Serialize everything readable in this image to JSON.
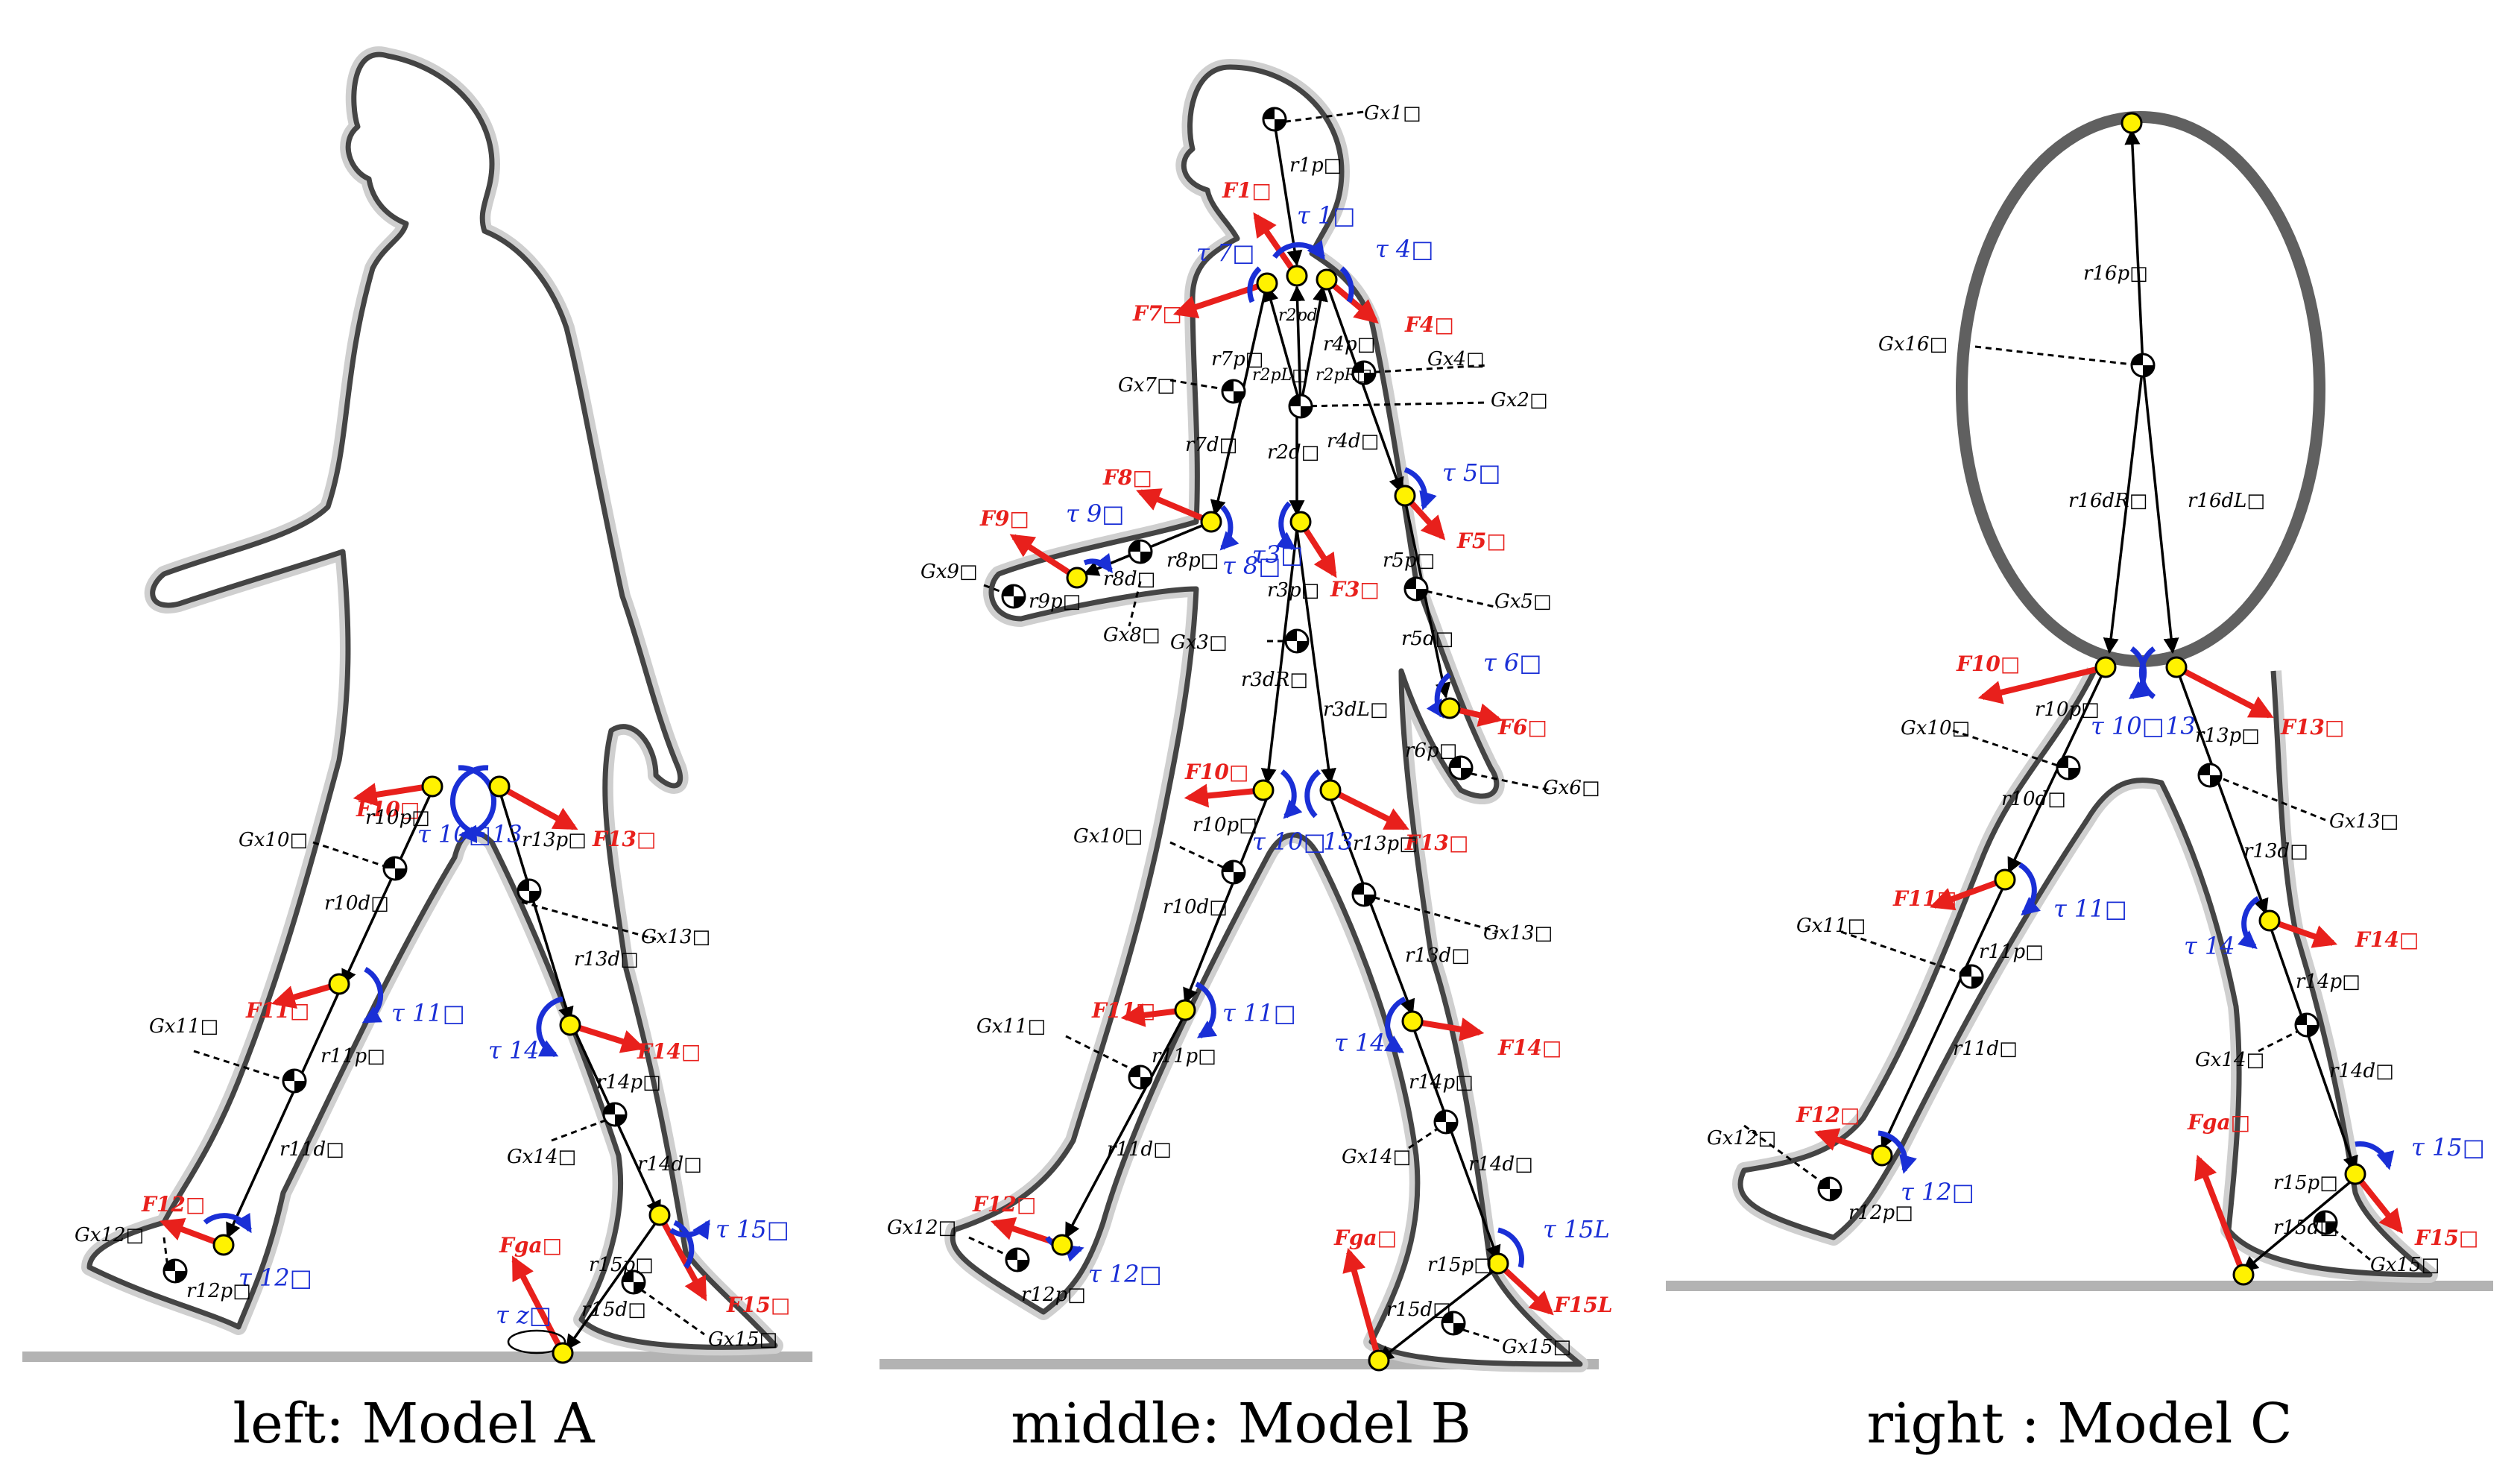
{
  "captions": {
    "left": "left: Model A",
    "middle": "middle: Model B",
    "right": "right : Model C"
  },
  "colors": {
    "force": "#e8201c",
    "torque": "#1a2fd6",
    "joint": "#fff200",
    "silhouette_outline": "#444444",
    "ground": "#b3b3b3",
    "ellipse": "#606060"
  },
  "model_a": {
    "F10": "F10□",
    "F13": "F13□",
    "F11": "F11□",
    "F14": "F14□",
    "F12": "F12□",
    "F15": "F15□",
    "Fga": "Fga□",
    "tau10": "τ 10□",
    "tau13": "13",
    "tau11": "τ 11□",
    "tau14": "τ 14",
    "tau12": "τ 12□",
    "tau15": "τ 15□",
    "tauz": "τ z□",
    "r10p": "r10p□",
    "r13p": "r13p□",
    "r10d": "r10d□",
    "r13d": "r13d□",
    "r11p": "r11p□",
    "r14p": "r14p□",
    "r11d": "r11d□",
    "r14d": "r14d□",
    "r12p": "r12p□",
    "r15p": "r15p□",
    "r15d": "r15d□",
    "x10": "Gx10□",
    "x13": "Gx13□",
    "x11": "Gx11□",
    "x14": "Gx14□",
    "x12": "Gx12□",
    "x15": "Gx15□"
  },
  "model_b": {
    "x1": "Gx1□",
    "r1p": "r1p□",
    "F1": "F1□",
    "tau1": "τ 1□",
    "tau7": "τ 7□",
    "tau4": "τ 4□",
    "F7": "F7□",
    "F4": "F4□",
    "r2pd": "r2pd",
    "r7p": "r7p□",
    "r4p": "r4p□",
    "r2pL": "r2pL□",
    "r2pR": "r2pR□",
    "x7": "Gx7□",
    "x4": "Gx4□",
    "x2": "Gx2□",
    "r7d": "r7d□",
    "r2d": "r2d□",
    "r4d": "r4d□",
    "F8": "F8□",
    "tau5": "τ 5□",
    "F9": "F9□",
    "tau9": "τ 9□",
    "tau8": "τ 8□",
    "tau3": "τ3□",
    "F5": "F5□",
    "x9": "Gx9□",
    "r9p": "r9p□",
    "r8d": "r8d□",
    "r8p": "r8p□",
    "r3p": "r3p□",
    "F3": "F3□",
    "r5p": "r5p□",
    "x5": "Gx5□",
    "x8": "Gx8□",
    "x3": "Gx3□",
    "r5d": "r5d□",
    "r3dR": "r3dR□",
    "r3dL": "r3dL□",
    "tau6": "τ 6□",
    "F6": "F6□",
    "r6p": "r6p□",
    "x6": "Gx6□",
    "F10": "F10□",
    "F13": "F13□",
    "tau10": "τ 10□",
    "tau13": "13",
    "r10p": "r10p□",
    "r13p": "r13p□",
    "x10": "Gx10□",
    "r10d": "r10d□",
    "x13": "Gx13□",
    "r13d": "r13d□",
    "F11": "F11□",
    "tau11": "τ 11□",
    "F14": "F14□",
    "tau14": "τ 14",
    "x11": "Gx11□",
    "r11p": "r11p□",
    "r14p": "r14p□",
    "r11d": "r11d□",
    "x14": "Gx14□",
    "r14d": "r14d□",
    "F12": "F12□",
    "x12": "Gx12□",
    "tau12": "τ 12□",
    "r12p": "r12p□",
    "Fga": "Fga□",
    "r15p": "r15p□",
    "tau15": "τ 15L",
    "r15d": "r15d□",
    "F15": "F15L",
    "x15": "Gx15□"
  },
  "model_c": {
    "r16p": "r16p□",
    "x16": "Gx16□",
    "r16dR": "r16dR□",
    "r16dL": "r16dL□",
    "F10": "F10□",
    "tau10": "τ 10□",
    "tau13": "13",
    "F13": "F13□",
    "r10p": "r10p□",
    "r13p": "r13p□",
    "x10": "Gx10□",
    "r10d": "r10d□",
    "x13": "Gx13□",
    "r13d": "r13d□",
    "F11": "F11□",
    "tau11": "τ 11□",
    "x11": "Gx11□",
    "r11p": "r11p□",
    "tau14": "τ 14",
    "F14": "F14□",
    "r14p": "r14p□",
    "r11d": "r11d□",
    "x14": "Gx14□",
    "r14d": "r14d□",
    "F12": "F12□",
    "x12": "Gx12□",
    "tau12": "τ 12□",
    "r12p": "r12p□",
    "Fga": "Fga□",
    "tau15": "τ 15□",
    "r15p": "r15p□",
    "r15d": "r15d□",
    "F15": "F15□",
    "x15": "Gx15□"
  }
}
